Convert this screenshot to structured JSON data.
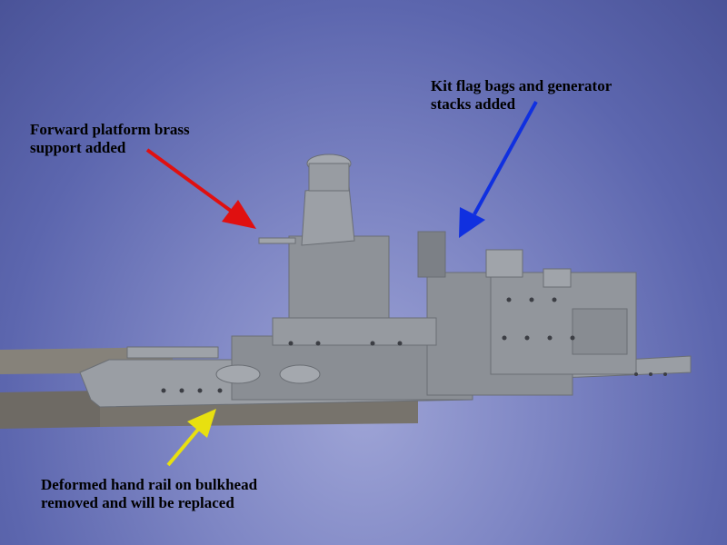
{
  "annotations": [
    {
      "id": "forward-platform",
      "lines": [
        "Forward platform brass",
        "support added"
      ],
      "arrow_color": "#e01010"
    },
    {
      "id": "flag-bags",
      "lines": [
        "Kit flag bags and generator",
        "stacks added"
      ],
      "arrow_color": "#1030e0"
    },
    {
      "id": "hand-rail",
      "lines": [
        "Deformed hand rail on bulkhead",
        "removed and will be replaced"
      ],
      "arrow_color": "#e8e010"
    }
  ],
  "colors": {
    "model_gray": "#8e9298",
    "background": "#6870b8",
    "wood": "#7a7670"
  }
}
